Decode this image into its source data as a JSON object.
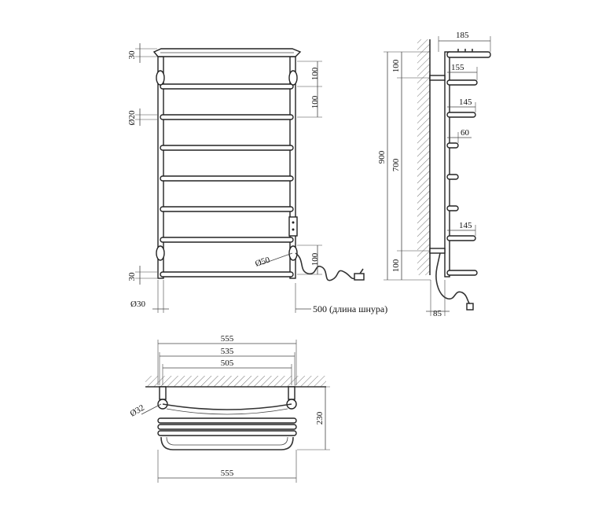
{
  "front_view": {
    "dim_30_top": "30",
    "dim_100_a": "100",
    "dim_100_b": "100",
    "dim_d20": "Ø20",
    "dim_d50": "Ø50",
    "dim_100_c": "100",
    "dim_30_bottom": "30",
    "dim_d30": "Ø30",
    "cord_note": "500 (длина шнура)"
  },
  "side_view": {
    "dim_185": "185",
    "dim_155": "155",
    "dim_145_a": "145",
    "dim_60": "60",
    "dim_145_b": "145",
    "dim_900": "900",
    "dim_700": "700",
    "dim_100_top": "100",
    "dim_100_bottom": "100",
    "dim_85": "85"
  },
  "top_view": {
    "dim_555_top": "555",
    "dim_535": "535",
    "dim_505": "505",
    "dim_d32": "Ø32",
    "dim_230": "230",
    "dim_555_bottom": "555"
  }
}
